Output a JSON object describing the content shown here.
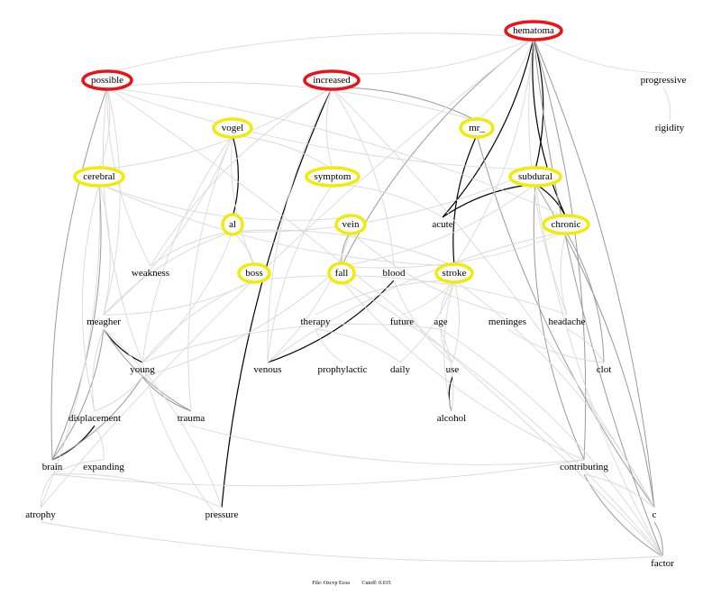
{
  "nodes": [
    {
      "id": "hematoma",
      "label": "hematoma",
      "ring": "red"
    },
    {
      "id": "possible",
      "label": "possible",
      "ring": "red"
    },
    {
      "id": "increased",
      "label": "increased",
      "ring": "red"
    },
    {
      "id": "progressive",
      "label": "progressive",
      "ring": "none"
    },
    {
      "id": "rigidity",
      "label": "rigidity",
      "ring": "none"
    },
    {
      "id": "vogel",
      "label": "vogel",
      "ring": "yellow"
    },
    {
      "id": "mr_",
      "label": "mr_",
      "ring": "yellow"
    },
    {
      "id": "cerebral",
      "label": "cerebral",
      "ring": "yellow"
    },
    {
      "id": "symptom",
      "label": "symptom",
      "ring": "yellow"
    },
    {
      "id": "subdural",
      "label": "subdural",
      "ring": "yellow"
    },
    {
      "id": "al",
      "label": "al",
      "ring": "yellow"
    },
    {
      "id": "vein",
      "label": "vein",
      "ring": "yellow"
    },
    {
      "id": "acute",
      "label": "acute",
      "ring": "none"
    },
    {
      "id": "chronic",
      "label": "chronic",
      "ring": "yellow"
    },
    {
      "id": "weakness",
      "label": "weakness",
      "ring": "none"
    },
    {
      "id": "boss",
      "label": "boss",
      "ring": "yellow"
    },
    {
      "id": "fall",
      "label": "fall",
      "ring": "yellow"
    },
    {
      "id": "blood",
      "label": "blood",
      "ring": "none"
    },
    {
      "id": "stroke",
      "label": "stroke",
      "ring": "yellow"
    },
    {
      "id": "meagher",
      "label": "meagher",
      "ring": "none"
    },
    {
      "id": "therapy",
      "label": "therapy",
      "ring": "none"
    },
    {
      "id": "future",
      "label": "future",
      "ring": "none"
    },
    {
      "id": "age",
      "label": "age",
      "ring": "none"
    },
    {
      "id": "meninges",
      "label": "meninges",
      "ring": "none"
    },
    {
      "id": "headache",
      "label": "headache",
      "ring": "none"
    },
    {
      "id": "young",
      "label": "young",
      "ring": "none"
    },
    {
      "id": "venous",
      "label": "venous",
      "ring": "none"
    },
    {
      "id": "prophylactic",
      "label": "prophylactic",
      "ring": "none"
    },
    {
      "id": "daily",
      "label": "daily",
      "ring": "none"
    },
    {
      "id": "use",
      "label": "use",
      "ring": "none"
    },
    {
      "id": "clot",
      "label": "clot",
      "ring": "none"
    },
    {
      "id": "displacement",
      "label": "displacement",
      "ring": "none"
    },
    {
      "id": "trauma",
      "label": "trauma",
      "ring": "none"
    },
    {
      "id": "alcohol",
      "label": "alcohol",
      "ring": "none"
    },
    {
      "id": "brain",
      "label": "brain",
      "ring": "none"
    },
    {
      "id": "expanding",
      "label": "expanding",
      "ring": "none"
    },
    {
      "id": "contributing",
      "label": "contributing",
      "ring": "none"
    },
    {
      "id": "atrophy",
      "label": "atrophy",
      "ring": "none"
    },
    {
      "id": "pressure",
      "label": "pressure",
      "ring": "none"
    },
    {
      "id": "c",
      "label": "c",
      "ring": "none"
    },
    {
      "id": "factor",
      "label": "factor",
      "ring": "none"
    }
  ],
  "edges": [
    {
      "from": "hematoma",
      "to": "subdural",
      "strength": "strong"
    },
    {
      "from": "hematoma",
      "to": "chronic",
      "strength": "strong"
    },
    {
      "from": "hematoma",
      "to": "acute",
      "strength": "strong"
    },
    {
      "from": "subdural",
      "to": "acute",
      "strength": "strong"
    },
    {
      "from": "subdural",
      "to": "chronic",
      "strength": "strong"
    },
    {
      "from": "increased",
      "to": "pressure",
      "strength": "strong"
    },
    {
      "from": "vogel",
      "to": "al",
      "strength": "strong"
    },
    {
      "from": "mr_",
      "to": "stroke",
      "strength": "strong"
    },
    {
      "from": "blood",
      "to": "venous",
      "strength": "strong"
    },
    {
      "from": "meagher",
      "to": "young",
      "strength": "strong"
    },
    {
      "from": "displacement",
      "to": "brain",
      "strength": "strong"
    },
    {
      "from": "use",
      "to": "alcohol",
      "strength": "strong"
    },
    {
      "from": "hematoma",
      "to": "c",
      "strength": "medium"
    },
    {
      "from": "hematoma",
      "to": "factor",
      "strength": "medium"
    },
    {
      "from": "hematoma",
      "to": "contributing",
      "strength": "medium"
    },
    {
      "from": "hematoma",
      "to": "fall",
      "strength": "medium"
    },
    {
      "from": "increased",
      "to": "mr_",
      "strength": "medium"
    },
    {
      "from": "mr_",
      "to": "c",
      "strength": "medium"
    },
    {
      "from": "subdural",
      "to": "c",
      "strength": "medium"
    },
    {
      "from": "subdural",
      "to": "contributing",
      "strength": "medium"
    },
    {
      "from": "chronic",
      "to": "clot",
      "strength": "medium"
    },
    {
      "from": "contributing",
      "to": "factor",
      "strength": "medium"
    },
    {
      "from": "c",
      "to": "factor",
      "strength": "medium"
    },
    {
      "from": "meagher",
      "to": "trauma",
      "strength": "medium"
    },
    {
      "from": "meagher",
      "to": "brain",
      "strength": "medium"
    },
    {
      "from": "young",
      "to": "trauma",
      "strength": "medium"
    },
    {
      "from": "young",
      "to": "brain",
      "strength": "medium"
    },
    {
      "from": "possible",
      "to": "brain",
      "strength": "medium"
    },
    {
      "from": "cerebral",
      "to": "brain",
      "strength": "medium"
    },
    {
      "from": "vein",
      "to": "fall",
      "strength": "medium"
    },
    {
      "from": "progressive",
      "to": "rigidity",
      "strength": "weak"
    },
    {
      "from": "hematoma",
      "to": "possible",
      "strength": "weak"
    },
    {
      "from": "hematoma",
      "to": "increased",
      "strength": "weak"
    },
    {
      "from": "hematoma",
      "to": "progressive",
      "strength": "weak"
    },
    {
      "from": "hematoma",
      "to": "mr_",
      "strength": "weak"
    },
    {
      "from": "hematoma",
      "to": "headache",
      "strength": "weak"
    },
    {
      "from": "hematoma",
      "to": "stroke",
      "strength": "weak"
    },
    {
      "from": "hematoma",
      "to": "atrophy",
      "strength": "weak"
    },
    {
      "from": "possible",
      "to": "mr_",
      "strength": "weak"
    },
    {
      "from": "possible",
      "to": "subdural",
      "strength": "weak"
    },
    {
      "from": "possible",
      "to": "cerebral",
      "strength": "weak"
    },
    {
      "from": "possible",
      "to": "weakness",
      "strength": "weak"
    },
    {
      "from": "possible",
      "to": "meagher",
      "strength": "weak"
    },
    {
      "from": "possible",
      "to": "young",
      "strength": "weak"
    },
    {
      "from": "possible",
      "to": "chronic",
      "strength": "weak"
    },
    {
      "from": "increased",
      "to": "symptom",
      "strength": "weak"
    },
    {
      "from": "increased",
      "to": "cerebral",
      "strength": "weak"
    },
    {
      "from": "increased",
      "to": "weakness",
      "strength": "weak"
    },
    {
      "from": "increased",
      "to": "blood",
      "strength": "weak"
    },
    {
      "from": "increased",
      "to": "venous",
      "strength": "weak"
    },
    {
      "from": "increased",
      "to": "c",
      "strength": "weak"
    },
    {
      "from": "vogel",
      "to": "boss",
      "strength": "weak"
    },
    {
      "from": "vogel",
      "to": "meagher",
      "strength": "weak"
    },
    {
      "from": "vogel",
      "to": "young",
      "strength": "weak"
    },
    {
      "from": "vogel",
      "to": "symptom",
      "strength": "weak"
    },
    {
      "from": "vogel",
      "to": "trauma",
      "strength": "weak"
    },
    {
      "from": "al",
      "to": "boss",
      "strength": "weak"
    },
    {
      "from": "al",
      "to": "meagher",
      "strength": "weak"
    },
    {
      "from": "al",
      "to": "young",
      "strength": "weak"
    },
    {
      "from": "al",
      "to": "weakness",
      "strength": "weak"
    },
    {
      "from": "al",
      "to": "stroke",
      "strength": "weak"
    },
    {
      "from": "al",
      "to": "subdural",
      "strength": "weak"
    },
    {
      "from": "boss",
      "to": "meagher",
      "strength": "weak"
    },
    {
      "from": "boss",
      "to": "young",
      "strength": "weak"
    },
    {
      "from": "boss",
      "to": "headache",
      "strength": "weak"
    },
    {
      "from": "cerebral",
      "to": "vein",
      "strength": "weak"
    },
    {
      "from": "cerebral",
      "to": "meagher",
      "strength": "weak"
    },
    {
      "from": "cerebral",
      "to": "displacement",
      "strength": "weak"
    },
    {
      "from": "cerebral",
      "to": "atrophy",
      "strength": "weak"
    },
    {
      "from": "cerebral",
      "to": "stroke",
      "strength": "weak"
    },
    {
      "from": "symptom",
      "to": "acute",
      "strength": "weak"
    },
    {
      "from": "symptom",
      "to": "venous",
      "strength": "weak"
    },
    {
      "from": "vein",
      "to": "venous",
      "strength": "weak"
    },
    {
      "from": "vein",
      "to": "meninges",
      "strength": "weak"
    },
    {
      "from": "stroke",
      "to": "future",
      "strength": "weak"
    },
    {
      "from": "stroke",
      "to": "age",
      "strength": "weak"
    },
    {
      "from": "stroke",
      "to": "use",
      "strength": "weak"
    },
    {
      "from": "stroke",
      "to": "therapy",
      "strength": "weak"
    },
    {
      "from": "stroke",
      "to": "daily",
      "strength": "weak"
    },
    {
      "from": "stroke",
      "to": "alcohol",
      "strength": "weak"
    },
    {
      "from": "stroke",
      "to": "c",
      "strength": "weak"
    },
    {
      "from": "age",
      "to": "use",
      "strength": "weak"
    },
    {
      "from": "age",
      "to": "alcohol",
      "strength": "weak"
    },
    {
      "from": "age",
      "to": "young",
      "strength": "weak"
    },
    {
      "from": "age",
      "to": "factor",
      "strength": "weak"
    },
    {
      "from": "therapy",
      "to": "prophylactic",
      "strength": "weak"
    },
    {
      "from": "therapy",
      "to": "daily",
      "strength": "weak"
    },
    {
      "from": "meninges",
      "to": "clot",
      "strength": "weak"
    },
    {
      "from": "headache",
      "to": "clot",
      "strength": "weak"
    },
    {
      "from": "chronic",
      "to": "headache",
      "strength": "weak"
    },
    {
      "from": "chronic",
      "to": "fall",
      "strength": "weak"
    },
    {
      "from": "chronic",
      "to": "venous",
      "strength": "weak"
    },
    {
      "from": "subdural",
      "to": "fall",
      "strength": "weak"
    },
    {
      "from": "subdural",
      "to": "factor",
      "strength": "weak"
    },
    {
      "from": "young",
      "to": "displacement",
      "strength": "weak"
    },
    {
      "from": "young",
      "to": "fall",
      "strength": "weak"
    },
    {
      "from": "brain",
      "to": "expanding",
      "strength": "weak"
    },
    {
      "from": "brain",
      "to": "atrophy",
      "strength": "weak"
    },
    {
      "from": "brain",
      "to": "pressure",
      "strength": "weak"
    },
    {
      "from": "brain",
      "to": "contributing",
      "strength": "weak"
    },
    {
      "from": "displacement",
      "to": "expanding",
      "strength": "weak"
    },
    {
      "from": "meagher",
      "to": "displacement",
      "strength": "weak"
    },
    {
      "from": "meagher",
      "to": "pressure",
      "strength": "weak"
    },
    {
      "from": "trauma",
      "to": "contributing",
      "strength": "weak"
    },
    {
      "from": "contributing",
      "to": "c",
      "strength": "weak"
    },
    {
      "from": "atrophy",
      "to": "factor",
      "strength": "weak"
    },
    {
      "from": "pressure",
      "to": "young",
      "strength": "weak"
    },
    {
      "from": "fall",
      "to": "contributing",
      "strength": "weak"
    },
    {
      "from": "fall",
      "to": "factor",
      "strength": "weak"
    },
    {
      "from": "blood",
      "to": "use",
      "strength": "weak"
    },
    {
      "from": "possible",
      "to": "factor",
      "strength": "weak"
    }
  ],
  "ring_colors": {
    "red": "#e8141a",
    "yellow": "#f2ea0a"
  },
  "edge_colors": {
    "strong": "#000000",
    "medium": "#9a9a9a",
    "weak": "#d9d9d9"
  },
  "footer": {
    "file": "File: Ozcvp Ecoa",
    "cutoff": "Cutoff: 0.015"
  }
}
